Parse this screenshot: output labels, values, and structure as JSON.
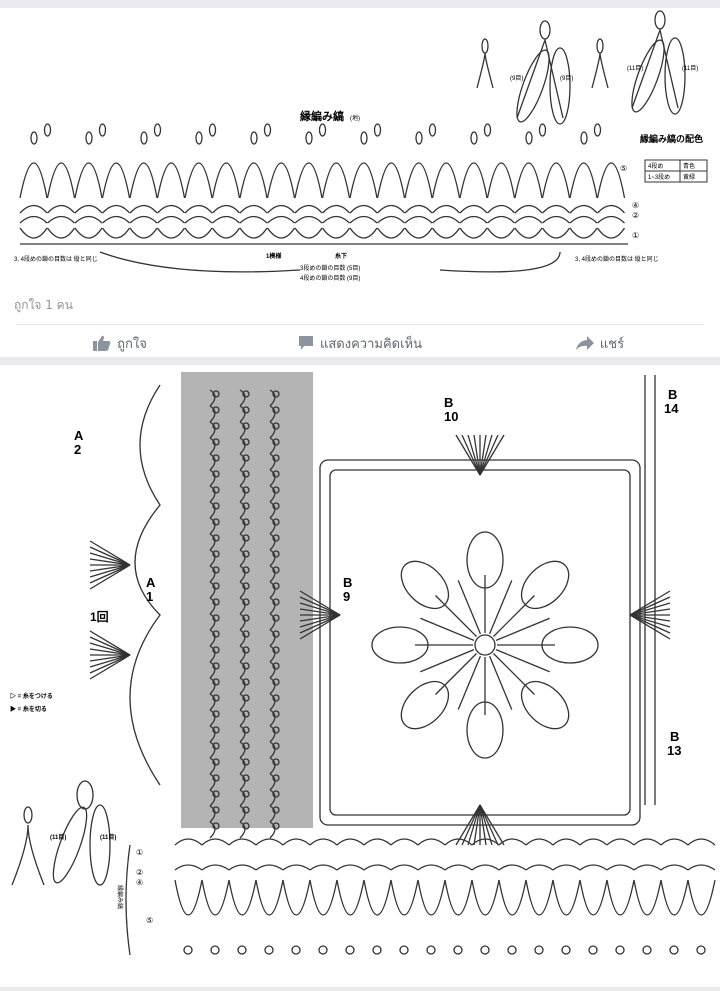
{
  "post1": {
    "diagram": {
      "title": "縁編み縞",
      "title_note": "(地)",
      "color_legend_title": "縁編み縞の配色",
      "color_legend_rows": [
        [
          "4段め",
          "青色"
        ],
        [
          "1~3段め",
          "黄緑"
        ]
      ],
      "legend_left_1": "(9目)",
      "legend_left_2": "(9目)",
      "legend_right_1": "(11目)",
      "legend_right_2": "(11目)",
      "repeat_label": "1模様",
      "start_label": "糸下",
      "note_left": "3, 4段めの鎖の目数は 縦と同じ",
      "note_right": "3, 4段めの鎖の目数は 縦と同じ",
      "note_row3": "3段めの鎖の目数 (5目)",
      "note_row4": "4段めの鎖の目数 (9目)",
      "row_markers": [
        "⑤",
        "④",
        "②",
        "①"
      ]
    },
    "likes_text": "ถูกใจ 1 คน",
    "actions": {
      "like": "ถูกใจ",
      "comment": "แสดงความคิดเห็น",
      "share": "แชร์"
    }
  },
  "post2": {
    "diagram": {
      "labels": {
        "a2": "A\n2",
        "a1": "A\n1",
        "b9": "B\n9",
        "b10": "B\n10",
        "b14": "B\n14",
        "b13": "B\n13",
        "kai": "1回"
      },
      "legend_attach": "▷ = 糸をつける",
      "legend_cut": "▶ = 糸を切る",
      "stitch_1": "(11目)",
      "stitch_2": "(11目)",
      "border_label": "縁編み縞",
      "row_markers": [
        "①",
        "②",
        "④",
        "⑤"
      ]
    }
  }
}
